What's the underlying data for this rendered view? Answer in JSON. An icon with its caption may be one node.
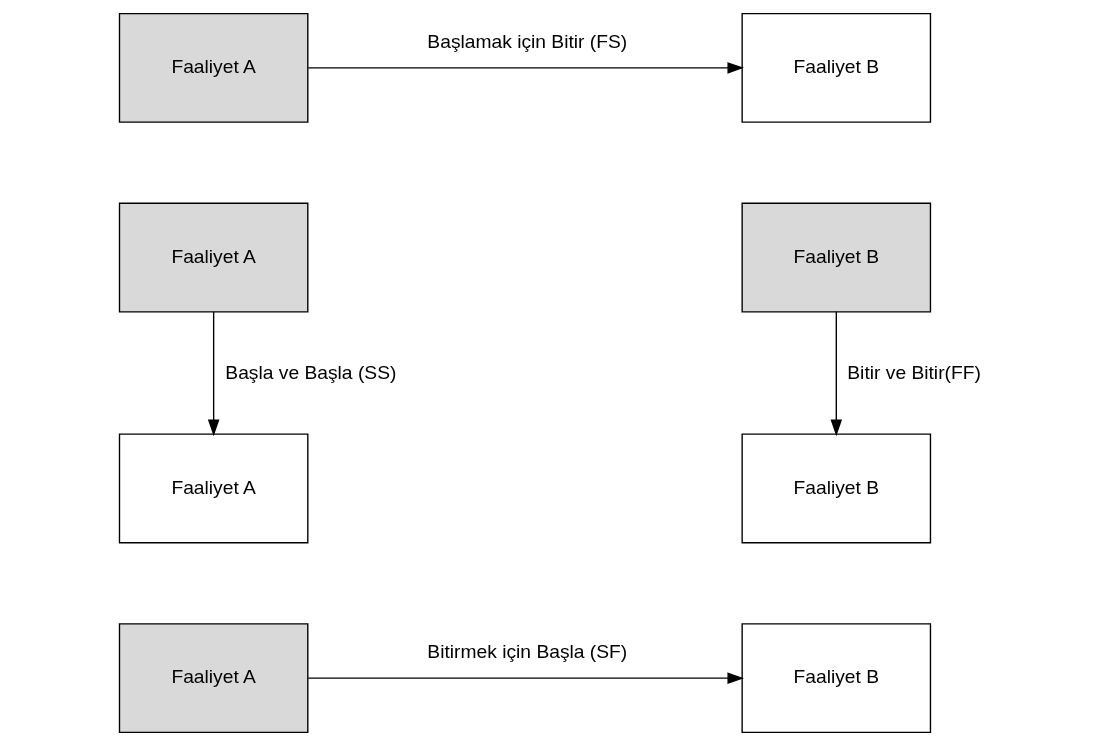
{
  "diagram": {
    "nodes": [
      {
        "text": [
          "Faaliyet A"
        ]
      },
      {
        "text": [
          "Faaliyet B"
        ]
      },
      {
        "text": [
          "Faaliyet A"
        ]
      },
      {
        "text": [
          "Faaliyet A"
        ]
      },
      {
        "text": [
          "Faaliyet B"
        ]
      },
      {
        "text": [
          "Faaliyet B"
        ]
      },
      {
        "text": [
          "Faaliyet A"
        ]
      },
      {
        "text": [
          "Faaliyet B"
        ]
      }
    ],
    "edges": [
      {
        "from": 0,
        "to": 1,
        "arrow": "to",
        "label": "Başlamak için Bitir (FS)"
      },
      {
        "from": 2,
        "to": 3,
        "arrow": "to",
        "label": "Başla ve Başla (SS)"
      },
      {
        "from": 4,
        "to": 5,
        "arrow": "to",
        "label": "Bitir ve Bitir(FF)"
      },
      {
        "from": 6,
        "to": 7,
        "arrow": "to",
        "label": "Bitirmek için Başla (SF)"
      }
    ]
  }
}
